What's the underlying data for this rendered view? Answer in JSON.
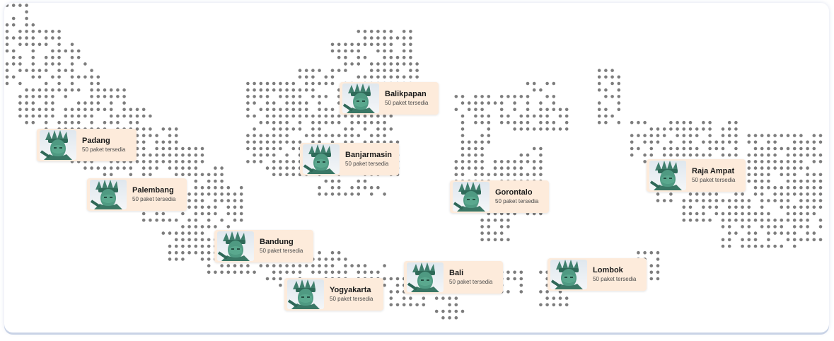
{
  "map": {
    "dot_color": "#7d7d7d",
    "card_color": "#fdebdb",
    "thumbnail_icon": "statue-of-liberty-photo"
  },
  "destinations": [
    {
      "id": "padang",
      "name": "Padang",
      "subtitle": "50 paket tersedia"
    },
    {
      "id": "palembang",
      "name": "Palembang",
      "subtitle": "50 paket tersedia"
    },
    {
      "id": "balikpapan",
      "name": "Balikpapan",
      "subtitle": "50 paket tersedia"
    },
    {
      "id": "banjarmasin",
      "name": "Banjarmasin",
      "subtitle": "50 paket tersedia"
    },
    {
      "id": "gorontalo",
      "name": "Gorontalo",
      "subtitle": "50 paket tersedia"
    },
    {
      "id": "raja-ampat",
      "name": "Raja Ampat",
      "subtitle": "50 paket tersedia"
    },
    {
      "id": "bandung",
      "name": "Bandung",
      "subtitle": "50 paket tersedia"
    },
    {
      "id": "yogyakarta",
      "name": "Yogyakarta",
      "subtitle": "50 paket tersedia"
    },
    {
      "id": "bali",
      "name": "Bali",
      "subtitle": "50 paket tersedia"
    },
    {
      "id": "lombok",
      "name": "Lombok",
      "subtitle": "50 paket tersedia"
    }
  ]
}
